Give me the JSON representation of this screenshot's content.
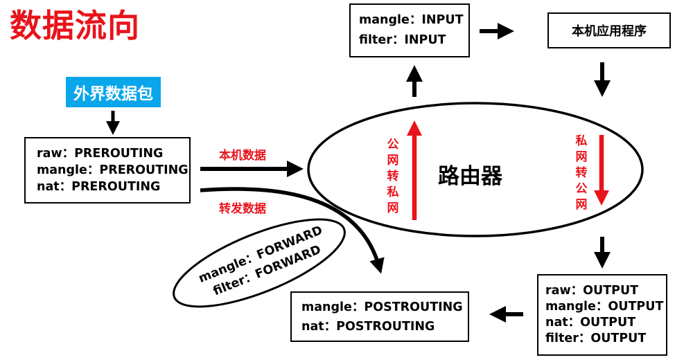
{
  "title": "数据流向",
  "source_label": "外界数据包",
  "prerouting": {
    "lines": [
      "raw：PREROUTING",
      "mangle：PREROUTING",
      "nat：PREROUTING"
    ]
  },
  "input": {
    "lines": [
      "mangle：INPUT",
      "filter：INPUT"
    ]
  },
  "local_app": "本机应用程序",
  "router": "路由器",
  "router_left_chars": [
    "公",
    "网",
    "转",
    "私",
    "网"
  ],
  "router_right_chars": [
    "私",
    "网",
    "转",
    "公",
    "网"
  ],
  "local_data_label": "本机数据",
  "forward_data_label": "转发数据",
  "forward": {
    "lines": [
      "mangle：FORWARD",
      "filter：FORWARD"
    ]
  },
  "postrouting": {
    "lines": [
      "mangle：POSTROUTING",
      "nat：POSTROUTING"
    ]
  },
  "output": {
    "lines": [
      "raw：OUTPUT",
      "mangle：OUTPUT",
      "nat：OUTPUT",
      "filter：OUTPUT"
    ]
  },
  "colors": {
    "title": "#e8131b",
    "badge": "#0aa6ec",
    "accent_arrow": "#e8131b",
    "line": "#000000"
  }
}
